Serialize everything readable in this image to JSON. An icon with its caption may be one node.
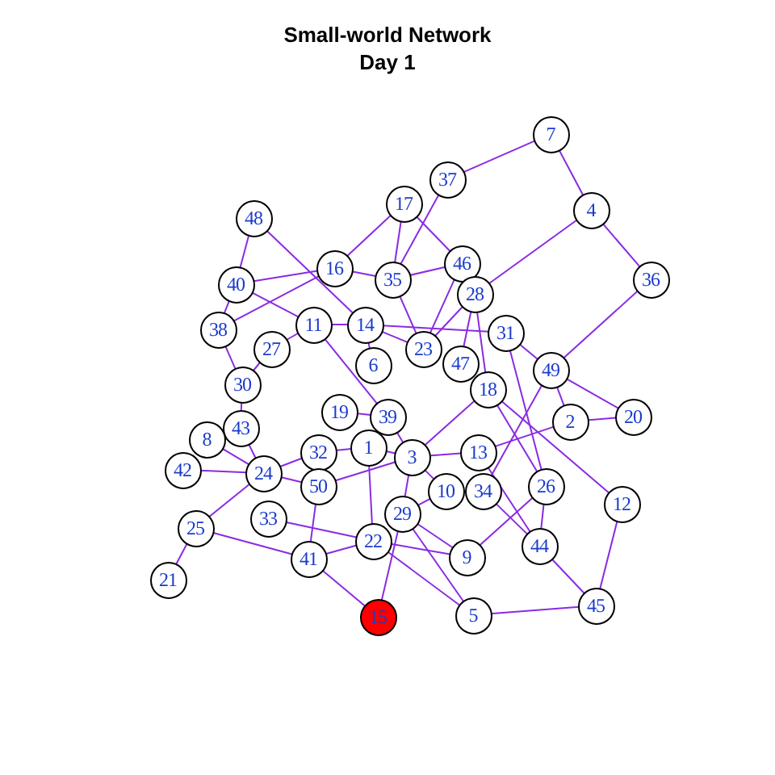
{
  "diagram": {
    "title": "Small-world Network",
    "nodes": [
      {
        "text": [
          "7"
        ]
      },
      {
        "text": [
          "37"
        ]
      },
      {
        "text": [
          "17"
        ]
      },
      {
        "text": [
          "4"
        ]
      },
      {
        "text": [
          "48"
        ]
      },
      {
        "text": [
          "16"
        ]
      },
      {
        "text": [
          "35"
        ]
      },
      {
        "text": [
          "46"
        ]
      },
      {
        "text": [
          "36"
        ]
      },
      {
        "text": [
          "40"
        ]
      },
      {
        "text": [
          "28"
        ]
      },
      {
        "text": [
          "11"
        ]
      },
      {
        "text": [
          "14"
        ]
      },
      {
        "text": [
          "31"
        ]
      },
      {
        "text": [
          "38"
        ]
      },
      {
        "text": [
          "27"
        ]
      },
      {
        "text": [
          "23"
        ]
      },
      {
        "text": [
          "47"
        ]
      },
      {
        "text": [
          "6"
        ]
      },
      {
        "text": [
          "49"
        ]
      },
      {
        "text": [
          "18"
        ]
      },
      {
        "text": [
          "30"
        ]
      },
      {
        "text": [
          "19"
        ]
      },
      {
        "text": [
          "39"
        ]
      },
      {
        "text": [
          "20"
        ]
      },
      {
        "text": [
          "2"
        ]
      },
      {
        "text": [
          "43"
        ]
      },
      {
        "text": [
          "8"
        ]
      },
      {
        "text": [
          "1"
        ]
      },
      {
        "text": [
          "32"
        ]
      },
      {
        "text": [
          "3"
        ]
      },
      {
        "text": [
          "13"
        ]
      },
      {
        "text": [
          "24"
        ]
      },
      {
        "text": [
          "42"
        ]
      },
      {
        "text": [
          "50"
        ]
      },
      {
        "text": [
          "10"
        ]
      },
      {
        "text": [
          "34"
        ]
      },
      {
        "text": [
          "26"
        ]
      },
      {
        "text": [
          "33"
        ]
      },
      {
        "text": [
          "12"
        ]
      },
      {
        "text": [
          "29"
        ]
      },
      {
        "text": [
          "25"
        ]
      },
      {
        "text": [
          "22"
        ]
      },
      {
        "text": [
          "44"
        ]
      },
      {
        "text": [
          "41"
        ]
      },
      {
        "text": [
          "9"
        ]
      },
      {
        "text": [
          "21"
        ]
      },
      {
        "text": [
          "5"
        ]
      },
      {
        "text": [
          "45"
        ]
      },
      {
        "text": [
          "15"
        ]
      }
    ],
    "edges": [
      {
        "from": 0,
        "to": 1,
        "arrow": "none"
      },
      {
        "from": 0,
        "to": 3,
        "arrow": "none"
      },
      {
        "from": 3,
        "to": 8,
        "arrow": "none"
      },
      {
        "from": 3,
        "to": 10,
        "arrow": "none"
      },
      {
        "from": 8,
        "to": 19,
        "arrow": "none"
      },
      {
        "from": 1,
        "to": 6,
        "arrow": "none"
      },
      {
        "from": 2,
        "to": 5,
        "arrow": "none"
      },
      {
        "from": 2,
        "to": 6,
        "arrow": "none"
      },
      {
        "from": 2,
        "to": 7,
        "arrow": "none"
      },
      {
        "from": 4,
        "to": 9,
        "arrow": "none"
      },
      {
        "from": 4,
        "to": 12,
        "arrow": "none"
      },
      {
        "from": 9,
        "to": 5,
        "arrow": "none"
      },
      {
        "from": 9,
        "to": 11,
        "arrow": "none"
      },
      {
        "from": 9,
        "to": 14,
        "arrow": "none"
      },
      {
        "from": 14,
        "to": 5,
        "arrow": "none"
      },
      {
        "from": 14,
        "to": 21,
        "arrow": "none"
      },
      {
        "from": 5,
        "to": 6,
        "arrow": "none"
      },
      {
        "from": 6,
        "to": 7,
        "arrow": "none"
      },
      {
        "from": 6,
        "to": 16,
        "arrow": "none"
      },
      {
        "from": 7,
        "to": 16,
        "arrow": "none"
      },
      {
        "from": 10,
        "to": 16,
        "arrow": "none"
      },
      {
        "from": 10,
        "to": 20,
        "arrow": "none"
      },
      {
        "from": 10,
        "to": 17,
        "arrow": "none"
      },
      {
        "from": 12,
        "to": 13,
        "arrow": "none"
      },
      {
        "from": 13,
        "to": 19,
        "arrow": "none"
      },
      {
        "from": 13,
        "to": 37,
        "arrow": "none"
      },
      {
        "from": 19,
        "to": 24,
        "arrow": "none"
      },
      {
        "from": 19,
        "to": 25,
        "arrow": "none"
      },
      {
        "from": 19,
        "to": 36,
        "arrow": "none"
      },
      {
        "from": 25,
        "to": 24,
        "arrow": "none"
      },
      {
        "from": 25,
        "to": 31,
        "arrow": "none"
      },
      {
        "from": 20,
        "to": 39,
        "arrow": "none"
      },
      {
        "from": 20,
        "to": 37,
        "arrow": "none"
      },
      {
        "from": 31,
        "to": 43,
        "arrow": "none"
      },
      {
        "from": 36,
        "to": 43,
        "arrow": "none"
      },
      {
        "from": 37,
        "to": 43,
        "arrow": "none"
      },
      {
        "from": 37,
        "to": 45,
        "arrow": "none"
      },
      {
        "from": 39,
        "to": 48,
        "arrow": "none"
      },
      {
        "from": 48,
        "to": 47,
        "arrow": "none"
      },
      {
        "from": 43,
        "to": 48,
        "arrow": "none"
      },
      {
        "from": 40,
        "to": 47,
        "arrow": "none"
      },
      {
        "from": 42,
        "to": 47,
        "arrow": "none"
      },
      {
        "from": 42,
        "to": 45,
        "arrow": "none"
      },
      {
        "from": 40,
        "to": 45,
        "arrow": "none"
      },
      {
        "from": 40,
        "to": 49,
        "arrow": "none"
      },
      {
        "from": 44,
        "to": 49,
        "arrow": "none"
      },
      {
        "from": 44,
        "to": 41,
        "arrow": "none"
      },
      {
        "from": 41,
        "to": 46,
        "arrow": "none"
      },
      {
        "from": 44,
        "to": 42,
        "arrow": "none"
      },
      {
        "from": 34,
        "to": 44,
        "arrow": "none"
      },
      {
        "from": 38,
        "to": 42,
        "arrow": "none"
      },
      {
        "from": 27,
        "to": 32,
        "arrow": "none"
      },
      {
        "from": 33,
        "to": 32,
        "arrow": "none"
      },
      {
        "from": 26,
        "to": 32,
        "arrow": "none"
      },
      {
        "from": 21,
        "to": 26,
        "arrow": "none"
      },
      {
        "from": 32,
        "to": 41,
        "arrow": "none"
      },
      {
        "from": 32,
        "to": 29,
        "arrow": "none"
      },
      {
        "from": 29,
        "to": 28,
        "arrow": "none"
      },
      {
        "from": 28,
        "to": 30,
        "arrow": "none"
      },
      {
        "from": 30,
        "to": 31,
        "arrow": "none"
      },
      {
        "from": 30,
        "to": 35,
        "arrow": "none"
      },
      {
        "from": 30,
        "to": 40,
        "arrow": "none"
      },
      {
        "from": 22,
        "to": 23,
        "arrow": "none"
      },
      {
        "from": 23,
        "to": 30,
        "arrow": "none"
      },
      {
        "from": 18,
        "to": 12,
        "arrow": "none"
      },
      {
        "from": 11,
        "to": 12,
        "arrow": "none"
      },
      {
        "from": 15,
        "to": 21,
        "arrow": "none"
      },
      {
        "from": 15,
        "to": 11,
        "arrow": "none"
      },
      {
        "from": 11,
        "to": 23,
        "arrow": "none"
      },
      {
        "from": 12,
        "to": 16,
        "arrow": "none"
      },
      {
        "from": 30,
        "to": 20,
        "arrow": "none"
      },
      {
        "from": 34,
        "to": 30,
        "arrow": "none"
      },
      {
        "from": 32,
        "to": 34,
        "arrow": "none"
      },
      {
        "from": 42,
        "to": 28,
        "arrow": "none"
      },
      {
        "from": 35,
        "to": 40,
        "arrow": "none"
      }
    ],
    "labels": [
      "Day 1"
    ]
  }
}
